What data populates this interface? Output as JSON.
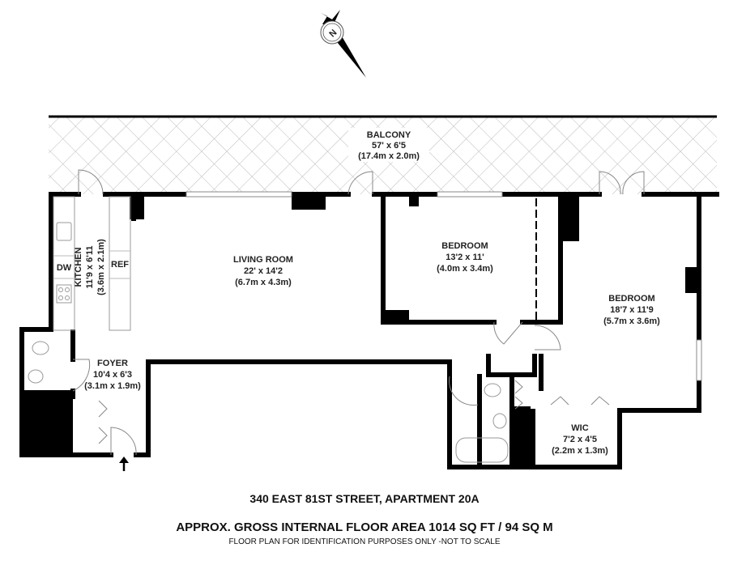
{
  "compass": {
    "label": "N"
  },
  "rooms": {
    "balcony": {
      "name": "BALCONY",
      "dim_ft": "57' x 6'5",
      "dim_m": "(17.4m x 2.0m)"
    },
    "kitchen": {
      "name": "KITCHEN",
      "dim_ft": "11'9 x 6'11",
      "dim_m": "(3.6m x 2.1m)",
      "dw": "DW",
      "ref": "REF"
    },
    "living": {
      "name": "LIVING ROOM",
      "dim_ft": "22' x 14'2",
      "dim_m": "(6.7m x 4.3m)"
    },
    "bedroom1": {
      "name": "BEDROOM",
      "dim_ft": "13'2 x 11'",
      "dim_m": "(4.0m x 3.4m)"
    },
    "bedroom2": {
      "name": "BEDROOM",
      "dim_ft": "18'7 x 11'9",
      "dim_m": "(5.7m x 3.6m)"
    },
    "foyer": {
      "name": "FOYER",
      "dim_ft": "10'4 x 6'3",
      "dim_m": "(3.1m x 1.9m)"
    },
    "wic": {
      "name": "WIC",
      "dim_ft": "7'2 x 4'5",
      "dim_m": "(2.2m x 1.3m)"
    }
  },
  "footer": {
    "address": "340 EAST 81ST STREET, APARTMENT 20A",
    "area": "APPROX. GROSS INTERNAL FLOOR AREA 1014 SQ FT / 94 SQ M",
    "disclaimer": "FLOOR PLAN FOR IDENTIFICATION PURPOSES ONLY -NOT TO SCALE"
  }
}
